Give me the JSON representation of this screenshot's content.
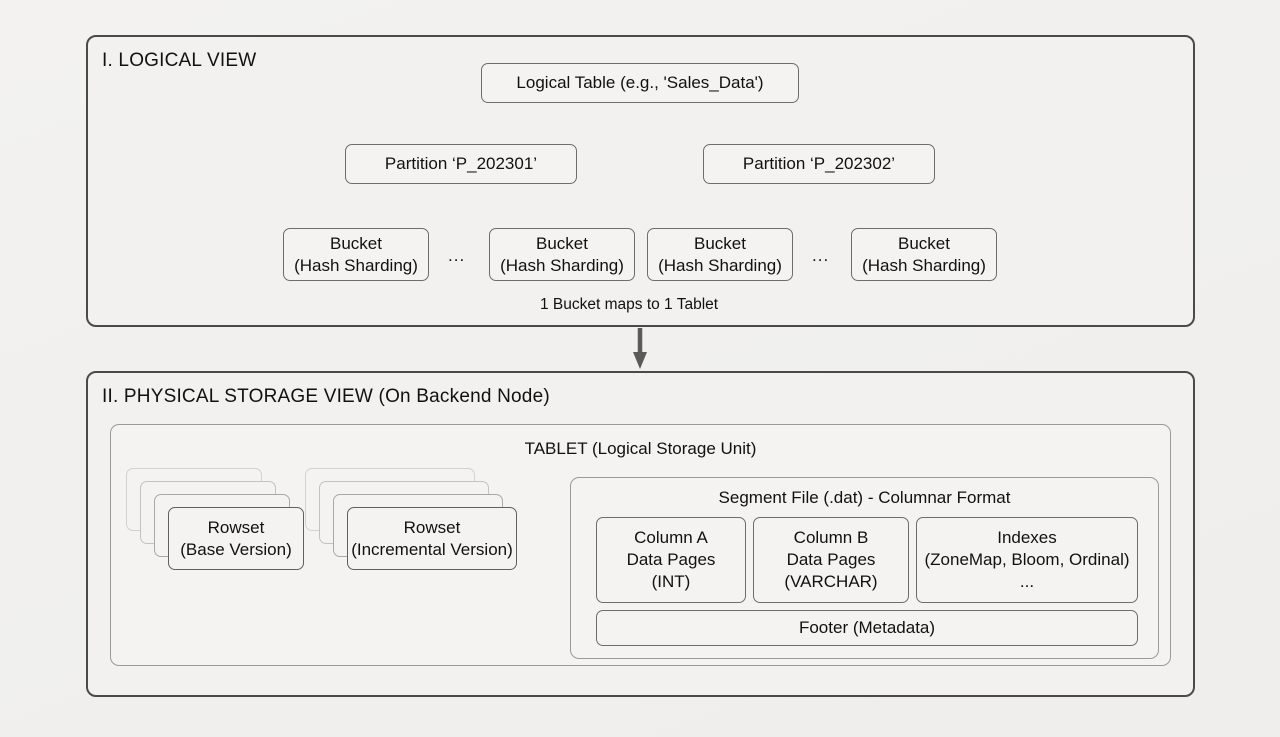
{
  "page": {
    "background_color": "#f2f1ef",
    "panel_border_color": "#4a4a4a",
    "node_border_color": "#6d6d6d",
    "connector_color": "#6b6b6b",
    "main_arrow_color": "#5a5a5a",
    "text_color": "#111111"
  },
  "logical_view": {
    "title": "I. LOGICAL VIEW",
    "table": {
      "label": "Logical Table (e.g., 'Sales_Data')"
    },
    "partitions": [
      {
        "label": "Partition ‘P_202301’"
      },
      {
        "label": "Partition ‘P_202302’"
      }
    ],
    "buckets": [
      {
        "line1": "Bucket",
        "line2": "(Hash Sharding)"
      },
      {
        "line1": "Bucket",
        "line2": "(Hash Sharding)"
      },
      {
        "line1": "Bucket",
        "line2": "(Hash Sharding)"
      },
      {
        "line1": "Bucket",
        "line2": "(Hash Sharding)"
      }
    ],
    "ellipsis_left": "...",
    "ellipsis_right": "...",
    "caption": "1 Bucket maps to 1 Tablet"
  },
  "physical_view": {
    "title": "II. PHYSICAL STORAGE VIEW (On Backend Node)",
    "tablet": {
      "title": "TABLET (Logical Storage Unit)"
    },
    "rowsets": [
      {
        "line1": "Rowset",
        "line2": "(Base Version)",
        "stack_depth": 4
      },
      {
        "line1": "Rowset",
        "line2": "(Incremental Version)",
        "stack_depth": 4
      }
    ],
    "segment": {
      "title": "Segment File (.dat) - Columnar Format",
      "columns": [
        {
          "line1": "Column A",
          "line2": "Data Pages",
          "line3": "(INT)"
        },
        {
          "line1": "Column B",
          "line2": "Data Pages",
          "line3": "(VARCHAR)"
        },
        {
          "line1": "Indexes",
          "line2": "(ZoneMap, Bloom, Ordinal)",
          "line3": "..."
        }
      ],
      "footer": {
        "label": "Footer (Metadata)"
      }
    }
  }
}
